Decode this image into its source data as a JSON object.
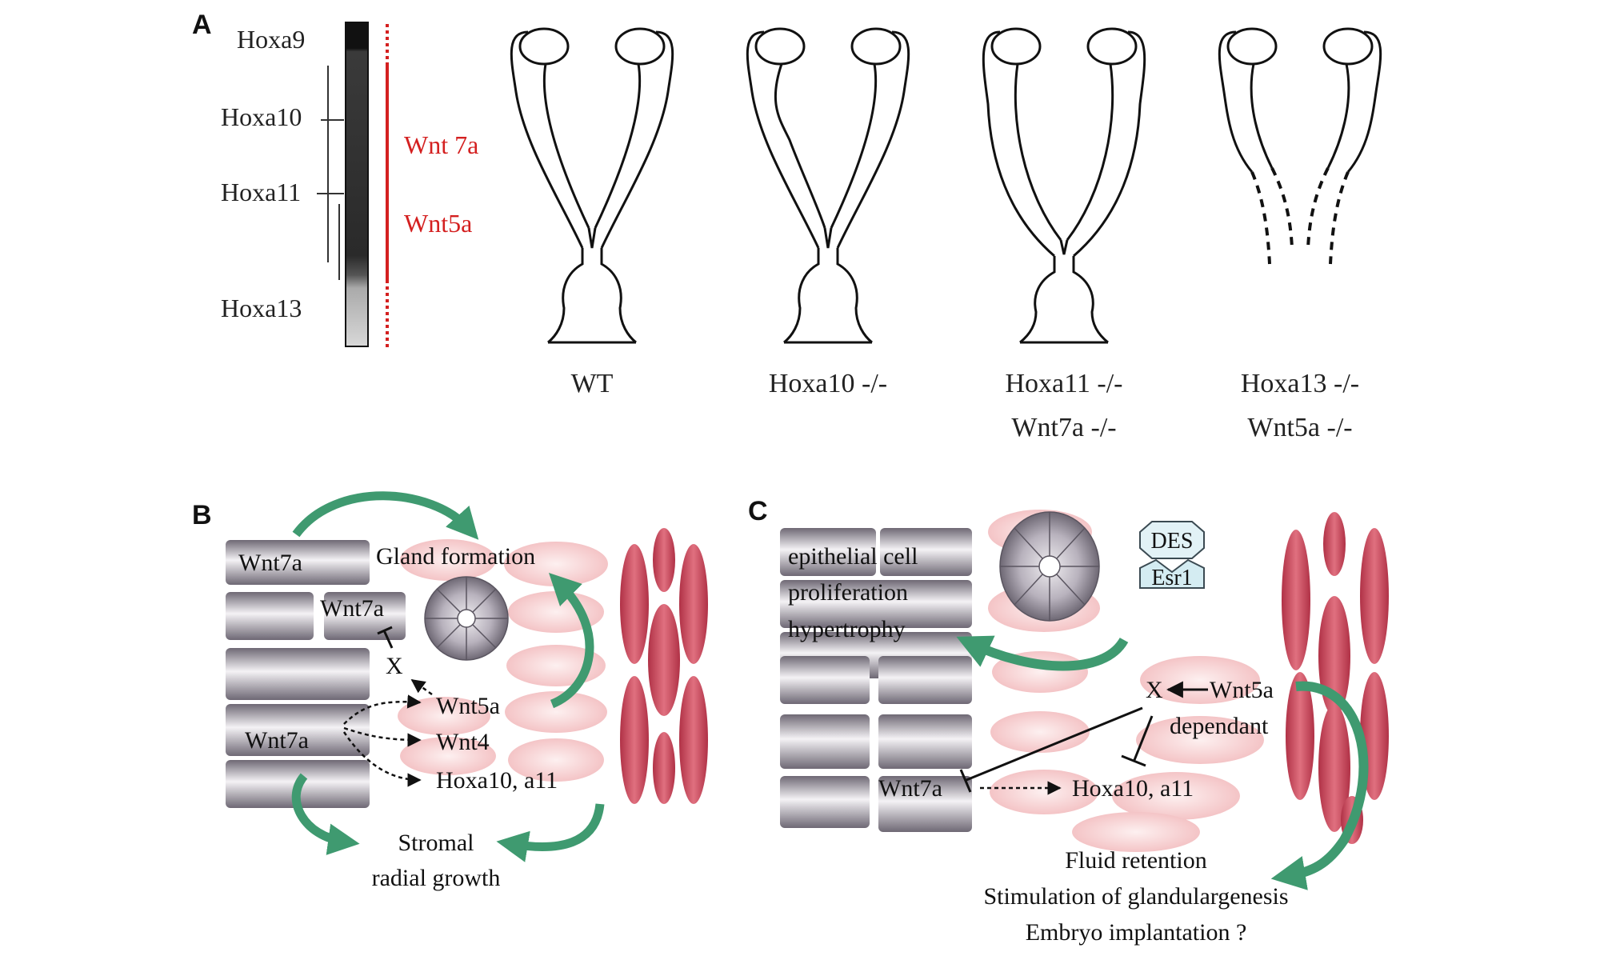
{
  "panel_a": {
    "letter": "A",
    "gene_labels": {
      "hoxa9": "Hoxa9",
      "hoxa10": "Hoxa10",
      "hoxa11": "Hoxa11",
      "hoxa13": "Hoxa13"
    },
    "wnt_labels": {
      "wnt7a": "Wnt 7a",
      "wnt5a": "Wnt5a"
    },
    "genotypes": {
      "wt": "WT",
      "hoxa10": "Hoxa10 -/-",
      "hoxa11_line1": "Hoxa11 -/-",
      "hoxa11_line2": "Wnt7a -/-",
      "hoxa13_line1": "Hoxa13 -/-",
      "hoxa13_line2": "Wnt5a -/-"
    }
  },
  "panel_b": {
    "letter": "B",
    "wnt7a_top": "Wnt7a",
    "wnt7a_inner": "Wnt7a",
    "wnt7a_lower": "Wnt7a",
    "gland_formation": "Gland formation",
    "x": "X",
    "wnt5a": "Wnt5a",
    "wnt4": "Wnt4",
    "hoxa": "Hoxa10, a11",
    "stromal_line1": "Stromal",
    "stromal_line2": "radial growth"
  },
  "panel_c": {
    "letter": "C",
    "epi_line1": "epithelial cell",
    "epi_line2": "proliferation",
    "epi_line3": "hypertrophy",
    "des": "DES",
    "esr1": "Esr1",
    "x": "X",
    "wnt5a": "Wnt5a",
    "dependant": "dependant",
    "wnt7a": "Wnt7a",
    "hoxa": "Hoxa10, a11",
    "outcome1": "Fluid retention",
    "outcome2": "Stimulation of glandulargenesis",
    "outcome3": "Embryo implantation ?"
  },
  "colors": {
    "red_label": "#d42020",
    "muscle": "#c8485c",
    "stroma": "#f6cfd0",
    "epithelium": "#8a8390",
    "arrow_green": "#3f9a70"
  }
}
